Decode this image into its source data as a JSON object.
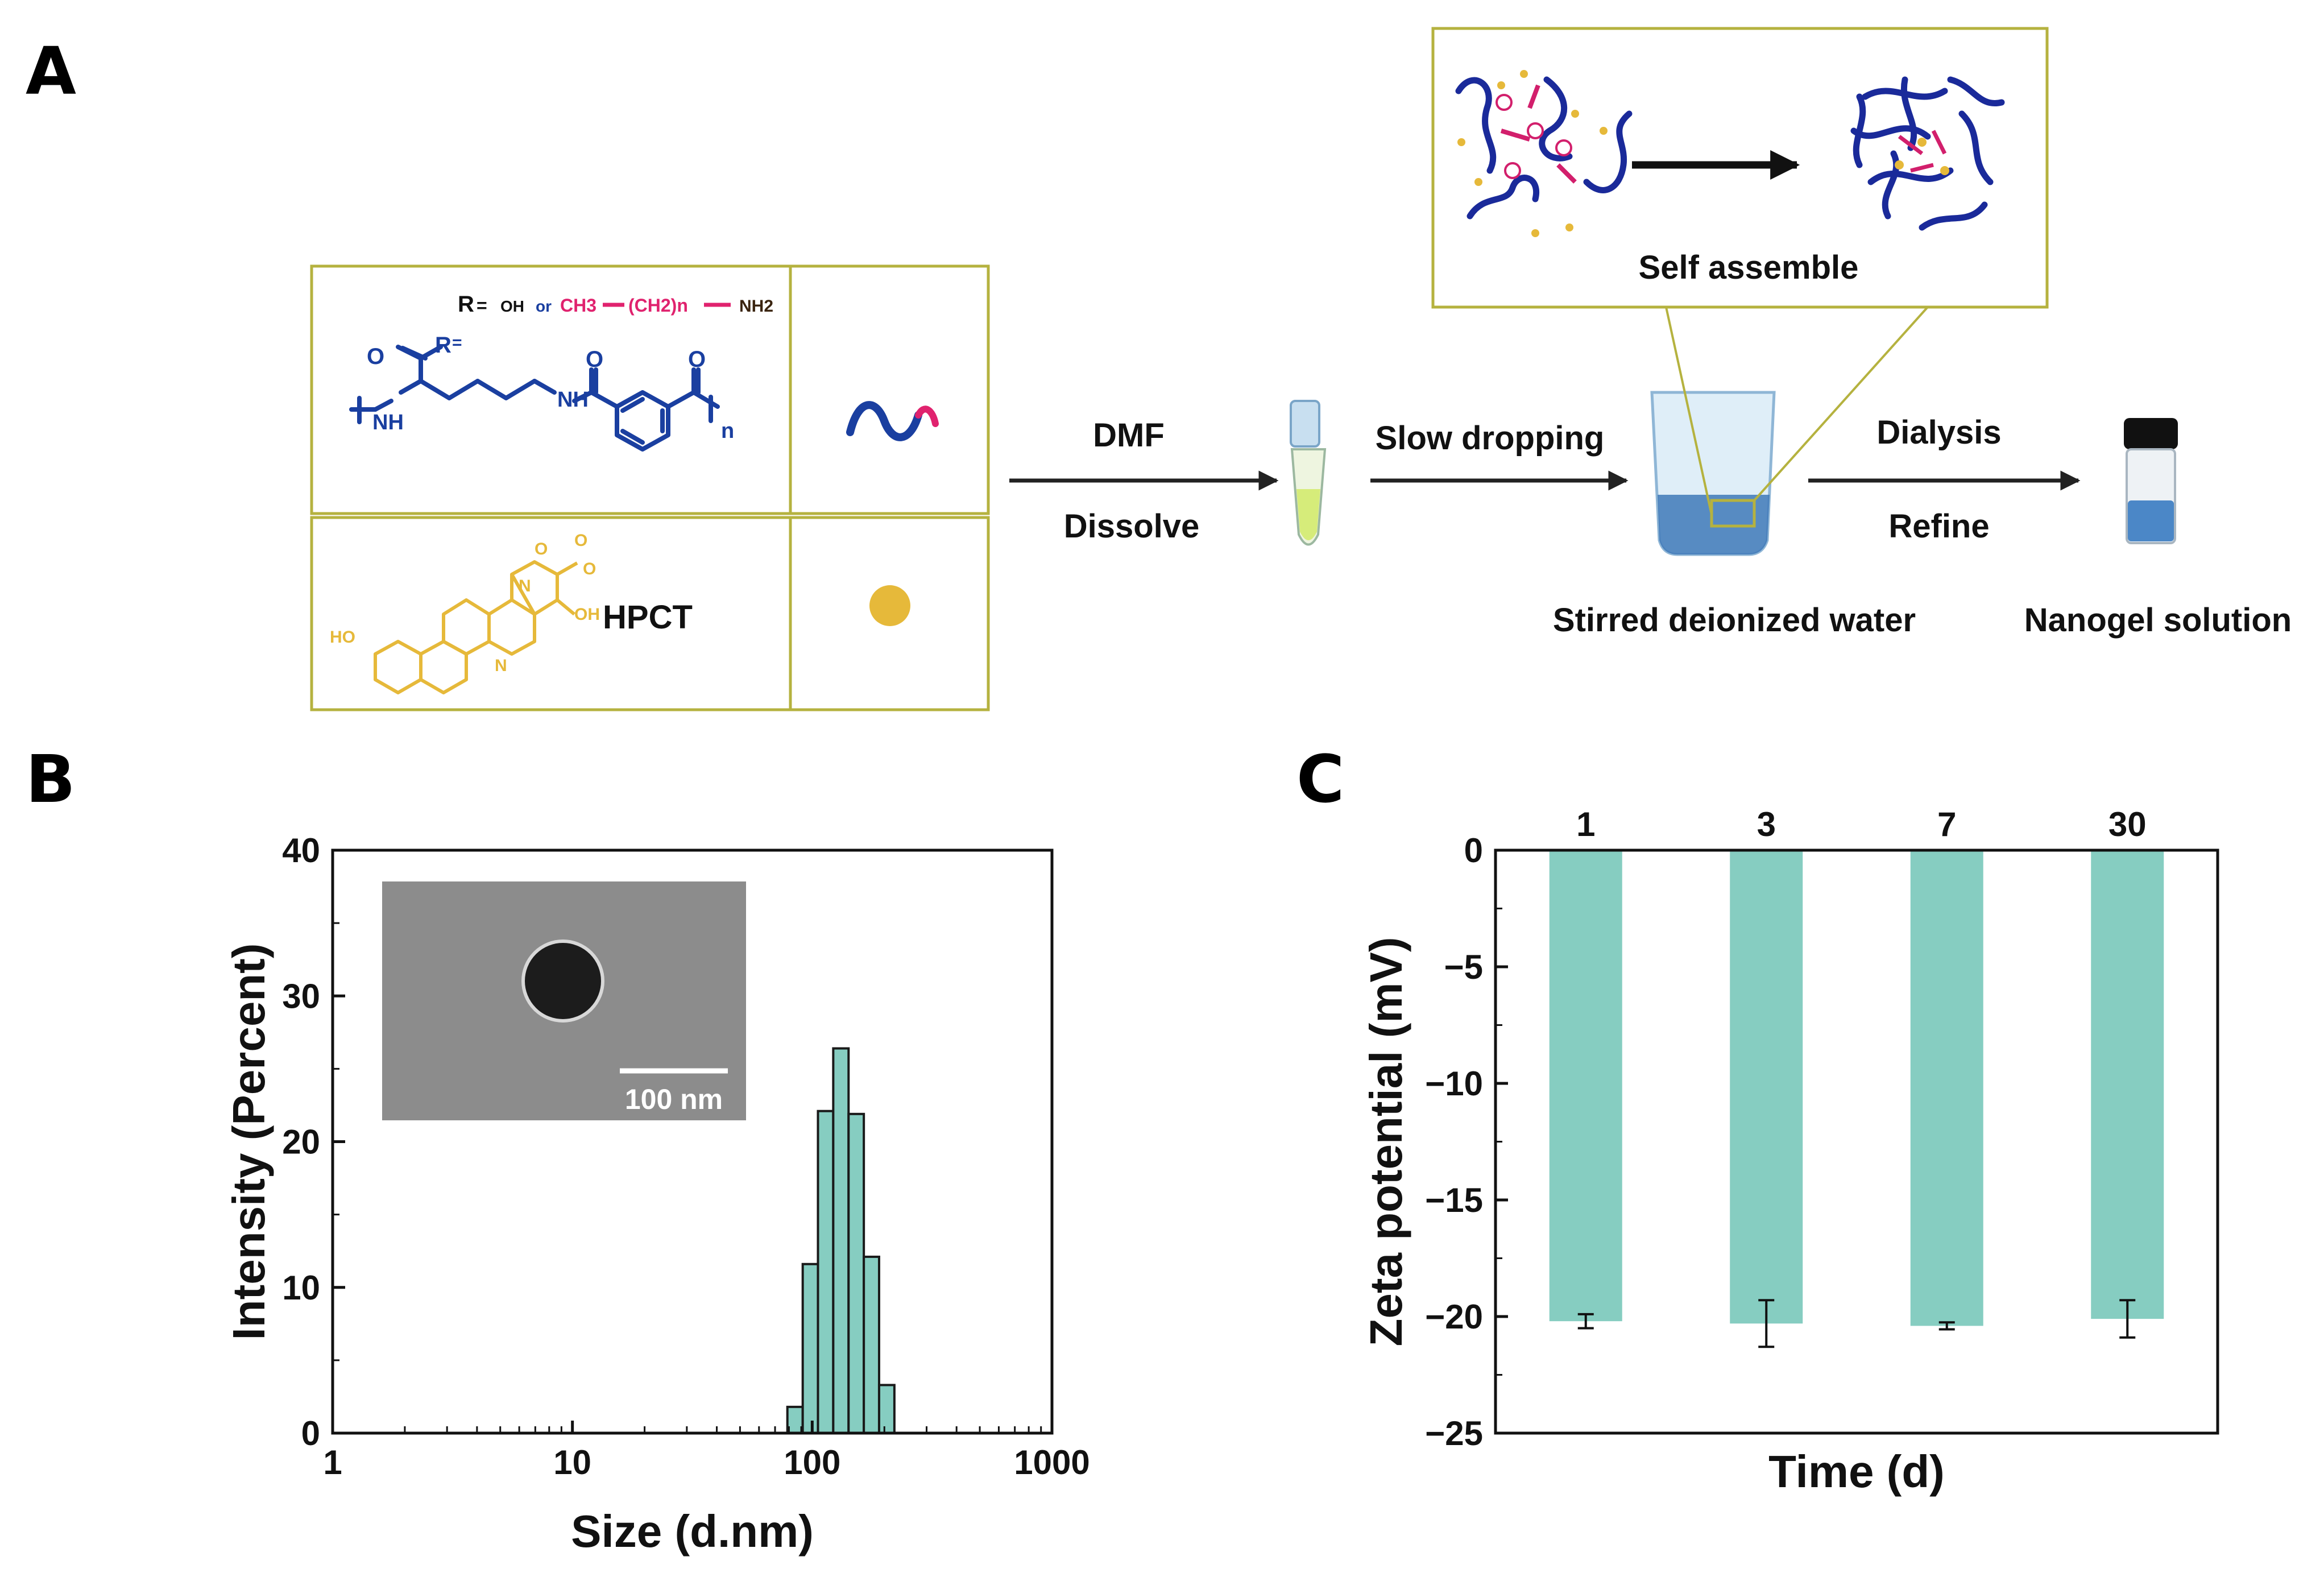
{
  "panels": {
    "a": "A",
    "b": "B",
    "c": "C"
  },
  "scheme": {
    "r_def": {
      "r": "R",
      "eq": "=",
      "oh": "OH",
      "or": "or",
      "ch3": "CH3",
      "ch2n": "(CH2)n",
      "nh2": "NH2"
    },
    "polymer_atoms": {
      "r2": "R",
      "eq2": "=",
      "o": "O",
      "nh": "NH",
      "h": "H",
      "n": "n"
    },
    "drug_label": "HPCT",
    "drug_atoms": {
      "ho": "HO",
      "n1": "N",
      "n2": "N",
      "o1": "O",
      "o2": "O",
      "o3": "O",
      "oh": "OH"
    },
    "step1_top": "DMF",
    "step1_bottom": "Dissolve",
    "step2_top": "Slow dropping",
    "step3_top": "Dialysis",
    "step3_bottom": "Refine",
    "beaker_caption": "Stirred deionized water",
    "vial_caption": "Nanogel solution",
    "inset_caption": "Self assemble",
    "colors": {
      "polymer": "#1a3fa0",
      "alkyl": "#e0226e",
      "drug": "#e6b93a",
      "frame": "#b5b23f",
      "bar": "#86cdc1"
    }
  },
  "chart_data": [
    {
      "type": "bar",
      "xlabel": "Size (d.nm)",
      "ylabel": "Intensity (Percent)",
      "x_scale": "log",
      "xlim": [
        1,
        1000
      ],
      "ylim": [
        0,
        40
      ],
      "x_ticks": [
        "1",
        "10",
        "100",
        "1000"
      ],
      "y_ticks": [
        "0",
        "10",
        "20",
        "30",
        "40"
      ],
      "bins": [
        {
          "from": 78.8,
          "to": 91.3,
          "value": 1.8
        },
        {
          "from": 91.3,
          "to": 105.7,
          "value": 11.6
        },
        {
          "from": 105.7,
          "to": 122.4,
          "value": 22.1
        },
        {
          "from": 122.4,
          "to": 141.8,
          "value": 26.4
        },
        {
          "from": 141.8,
          "to": 164.2,
          "value": 21.9
        },
        {
          "from": 164.2,
          "to": 190.1,
          "value": 12.1
        },
        {
          "from": 190.1,
          "to": 220.2,
          "value": 3.3
        }
      ],
      "inset": {
        "scale_bar": "100 nm"
      }
    },
    {
      "type": "bar",
      "xlabel": "Time (d)",
      "ylabel": "Zeta potential (mV)",
      "ylim": [
        -25,
        0
      ],
      "y_ticks": [
        "0",
        "−5",
        "−10",
        "−15",
        "−20",
        "−25"
      ],
      "categories": [
        "1",
        "3",
        "7",
        "30"
      ],
      "values": [
        -20.2,
        -20.3,
        -20.4,
        -20.1
      ],
      "errors": [
        0.3,
        1.0,
        0.15,
        0.8
      ]
    }
  ]
}
